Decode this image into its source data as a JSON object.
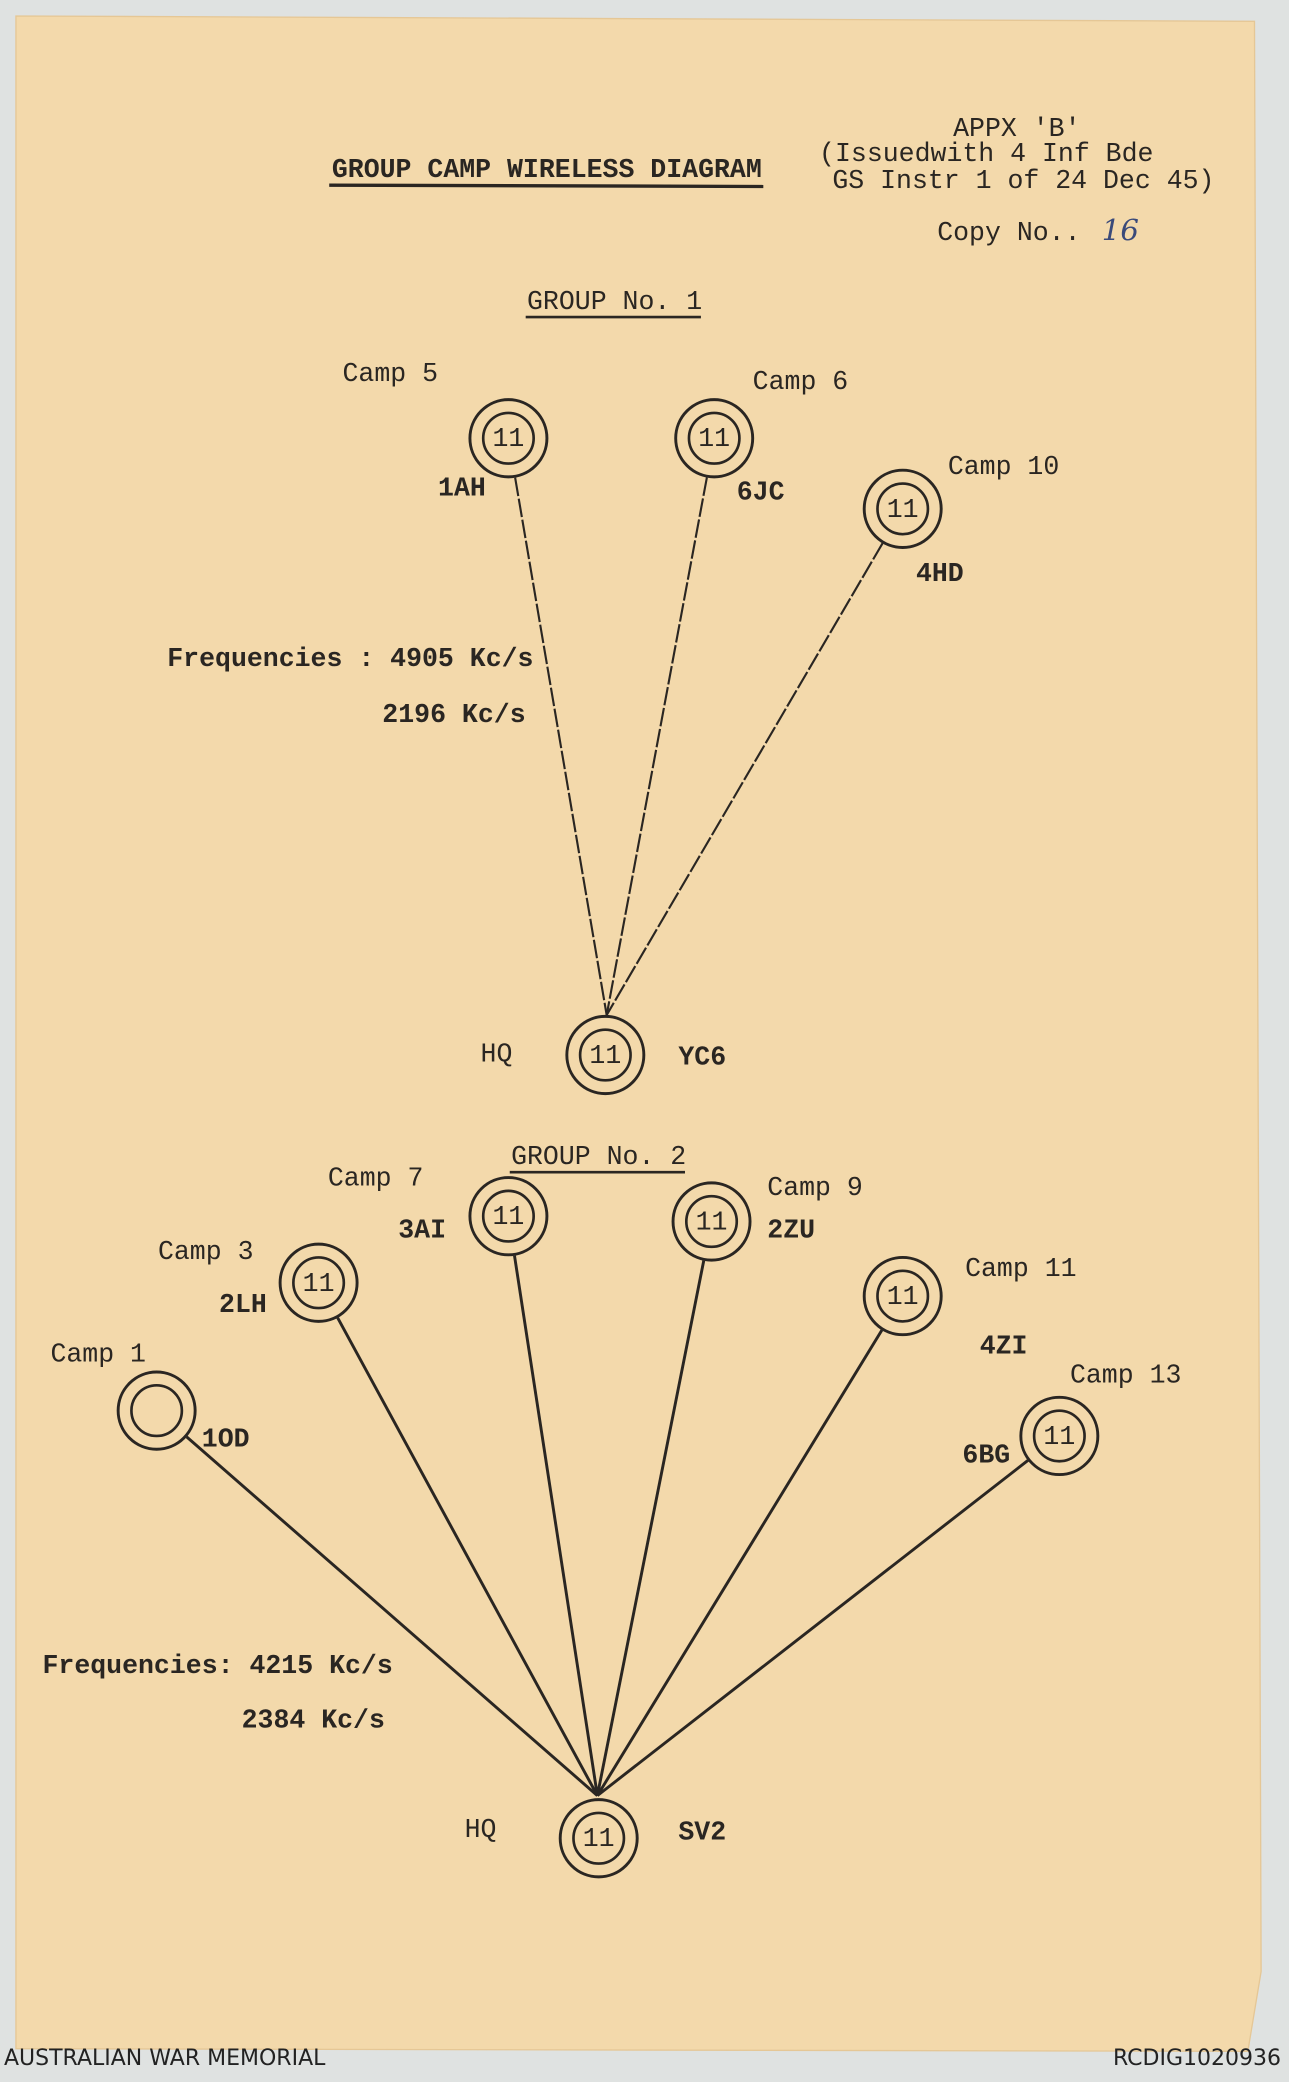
{
  "header": {
    "title": "GROUP CAMP WIRELESS DIAGRAM",
    "appendix": "APPX 'B'",
    "issued_line1": "(Issuedwith 4 Inf Bde",
    "issued_line2": "GS Instr 1 of 24 Dec 45)",
    "copy_label": "Copy No..",
    "copy_number": "16"
  },
  "group1": {
    "title": "GROUP No. 1",
    "frequencies_label": "Frequencies : 4905 Kc/s",
    "frequency2": "2196 Kc/s",
    "hq": {
      "label": "HQ",
      "callsign": "YC6",
      "set": "11"
    },
    "camps": [
      {
        "id": "g1c5",
        "label": "Camp 5",
        "callsign": "1AH",
        "set": "11"
      },
      {
        "id": "g1c6",
        "label": "Camp 6",
        "callsign": "6JC",
        "set": "11"
      },
      {
        "id": "g1c10",
        "label": "Camp 10",
        "callsign": "4HD",
        "set": "11"
      }
    ]
  },
  "group2": {
    "title": "GROUP No. 2",
    "frequencies_label": "Frequencies: 4215 Kc/s",
    "frequency2": "2384 Kc/s",
    "hq": {
      "label": "HQ",
      "callsign": "SV2",
      "set": "11"
    },
    "camps": [
      {
        "id": "g2c1",
        "label": "Camp 1",
        "callsign": "1OD",
        "set": ""
      },
      {
        "id": "g2c3",
        "label": "Camp 3",
        "callsign": "2LH",
        "set": "11"
      },
      {
        "id": "g2c7",
        "label": "Camp 7",
        "callsign": "3AI",
        "set": "11"
      },
      {
        "id": "g2c9",
        "label": "Camp 9",
        "callsign": "2ZU",
        "set": "11"
      },
      {
        "id": "g2c11",
        "label": "Camp 11",
        "callsign": "4ZI",
        "set": "11"
      },
      {
        "id": "g2c13",
        "label": "Camp 13",
        "callsign": "6BG",
        "set": "11"
      }
    ]
  },
  "footer": {
    "left": "AUSTRALIAN WAR MEMORIAL",
    "right": "RCDIG1020936"
  }
}
